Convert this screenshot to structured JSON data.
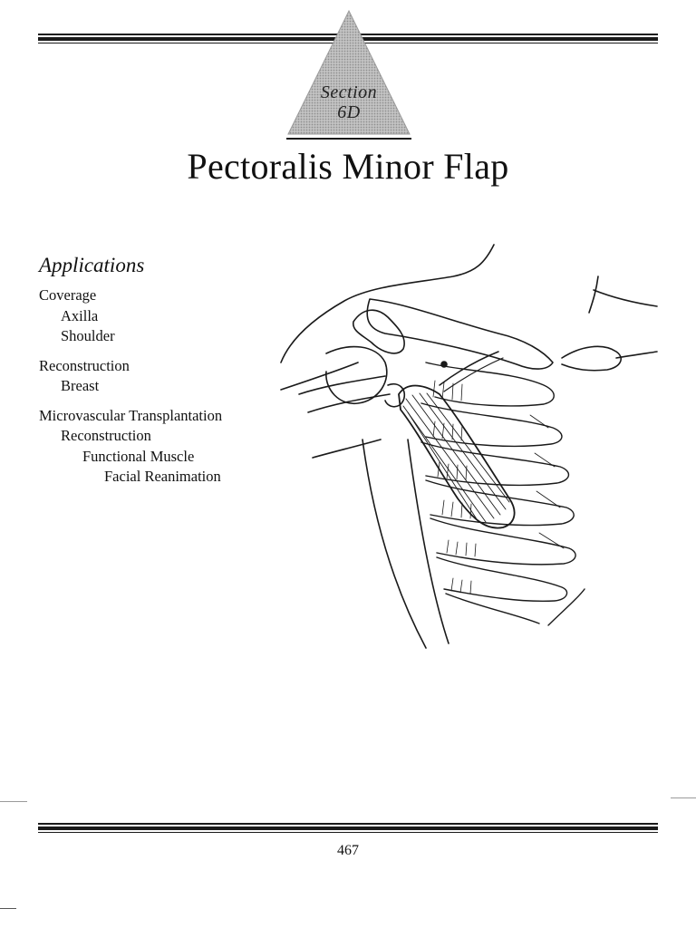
{
  "section": {
    "word": "Section",
    "code": "6D"
  },
  "title": "Pectoralis Minor Flap",
  "applications": {
    "heading": "Applications",
    "items": [
      {
        "label": "Coverage",
        "level": 0
      },
      {
        "label": "Axilla",
        "level": 1
      },
      {
        "label": "Shoulder",
        "level": 1
      },
      {
        "label": "Reconstruction",
        "level": 0
      },
      {
        "label": "Breast",
        "level": 1
      },
      {
        "label": "Microvascular Transplantation",
        "level": 0
      },
      {
        "label": "Reconstruction",
        "level": 1
      },
      {
        "label": "Functional Muscle",
        "level": 2
      },
      {
        "label": "Facial Reanimation",
        "level": 3
      }
    ]
  },
  "page_number": "467",
  "colors": {
    "ink": "#111111",
    "section_triangle": "#b4b4b4"
  }
}
